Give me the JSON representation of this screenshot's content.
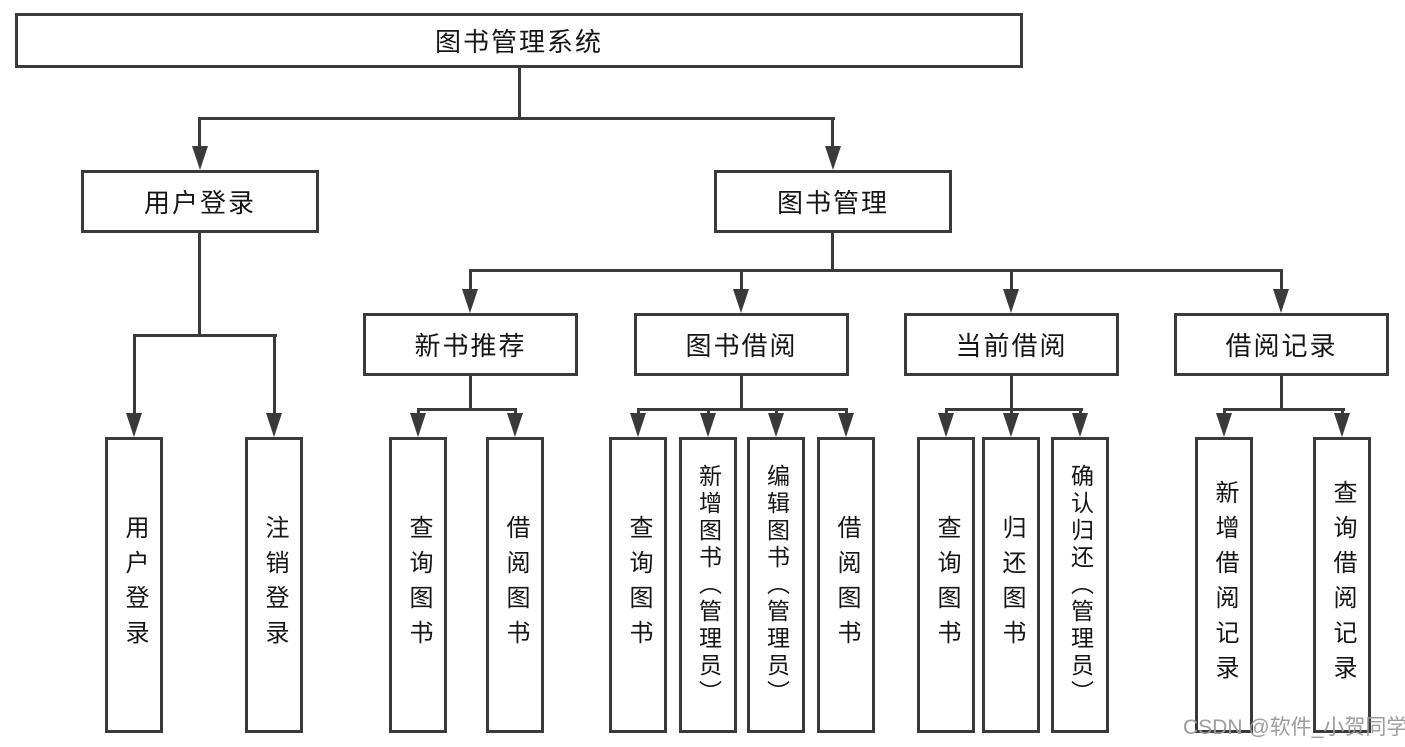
{
  "diagram": {
    "type": "hierarchy-tree",
    "colors": {
      "line": "#3a3a3a",
      "text": "#151515",
      "watermark": "#9c9c9c",
      "background": "#ffffff"
    },
    "tree": {
      "root": {
        "label": "图书管理系统"
      },
      "level2": [
        {
          "id": "user-login",
          "label": "用户登录"
        },
        {
          "id": "book-management",
          "label": "图书管理"
        }
      ],
      "level3": [
        {
          "id": "new-book-recommend",
          "label": "新书推荐",
          "parent": "图书管理"
        },
        {
          "id": "book-borrow",
          "label": "图书借阅",
          "parent": "图书管理"
        },
        {
          "id": "current-borrow",
          "label": "当前借阅",
          "parent": "图书管理"
        },
        {
          "id": "borrow-records",
          "label": "借阅记录",
          "parent": "图书管理"
        }
      ],
      "leaves": {
        "user_login": [
          "用户登录",
          "注销登录"
        ],
        "new_book_recommend": [
          "查询图书",
          "借阅图书"
        ],
        "book_borrow": [
          "查询图书",
          "新增图书（管理员）",
          "编辑图书（管理员）",
          "借阅图书"
        ],
        "current_borrow": [
          "查询图书",
          "归还图书",
          "确认归还（管理员）"
        ],
        "borrow_records": [
          "新增借阅记录",
          "查询借阅记录"
        ]
      }
    },
    "watermark": {
      "text": "CSDN @软件_小贺同学"
    }
  }
}
